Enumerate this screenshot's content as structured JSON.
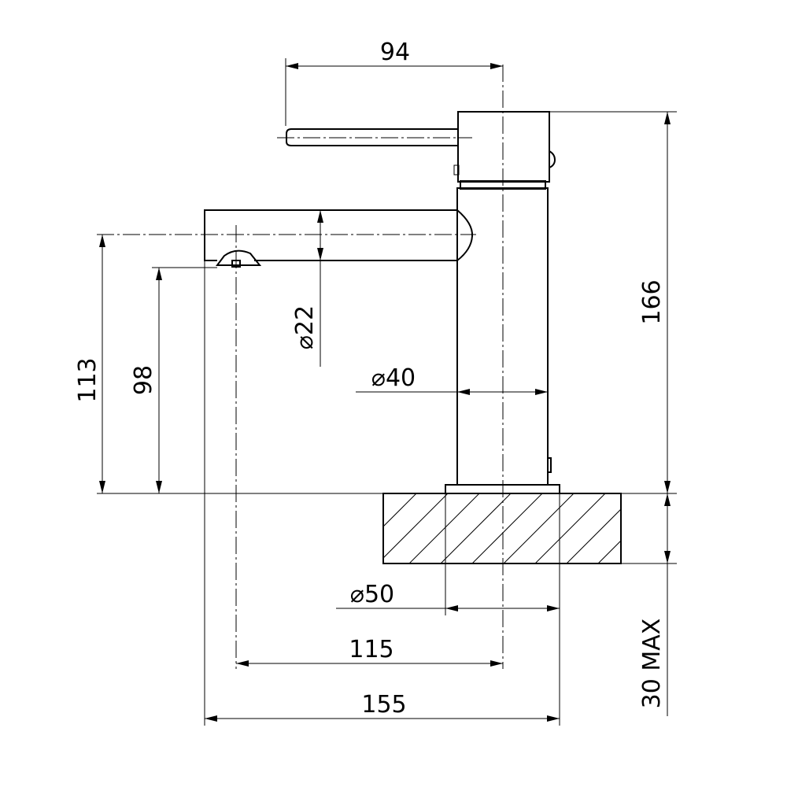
{
  "dimensions": {
    "lever_reach": "94",
    "total_height": "166",
    "spout_diameter": "22",
    "body_diameter": "40",
    "spout_height": "113",
    "outlet_height": "98",
    "base_diameter": "50",
    "outlet_projection": "115",
    "total_projection": "155",
    "max_mounting_thickness": "30 MAX"
  },
  "symbols": {
    "diameter": "⌀"
  },
  "colors": {
    "line": "#000000",
    "background": "#ffffff"
  }
}
